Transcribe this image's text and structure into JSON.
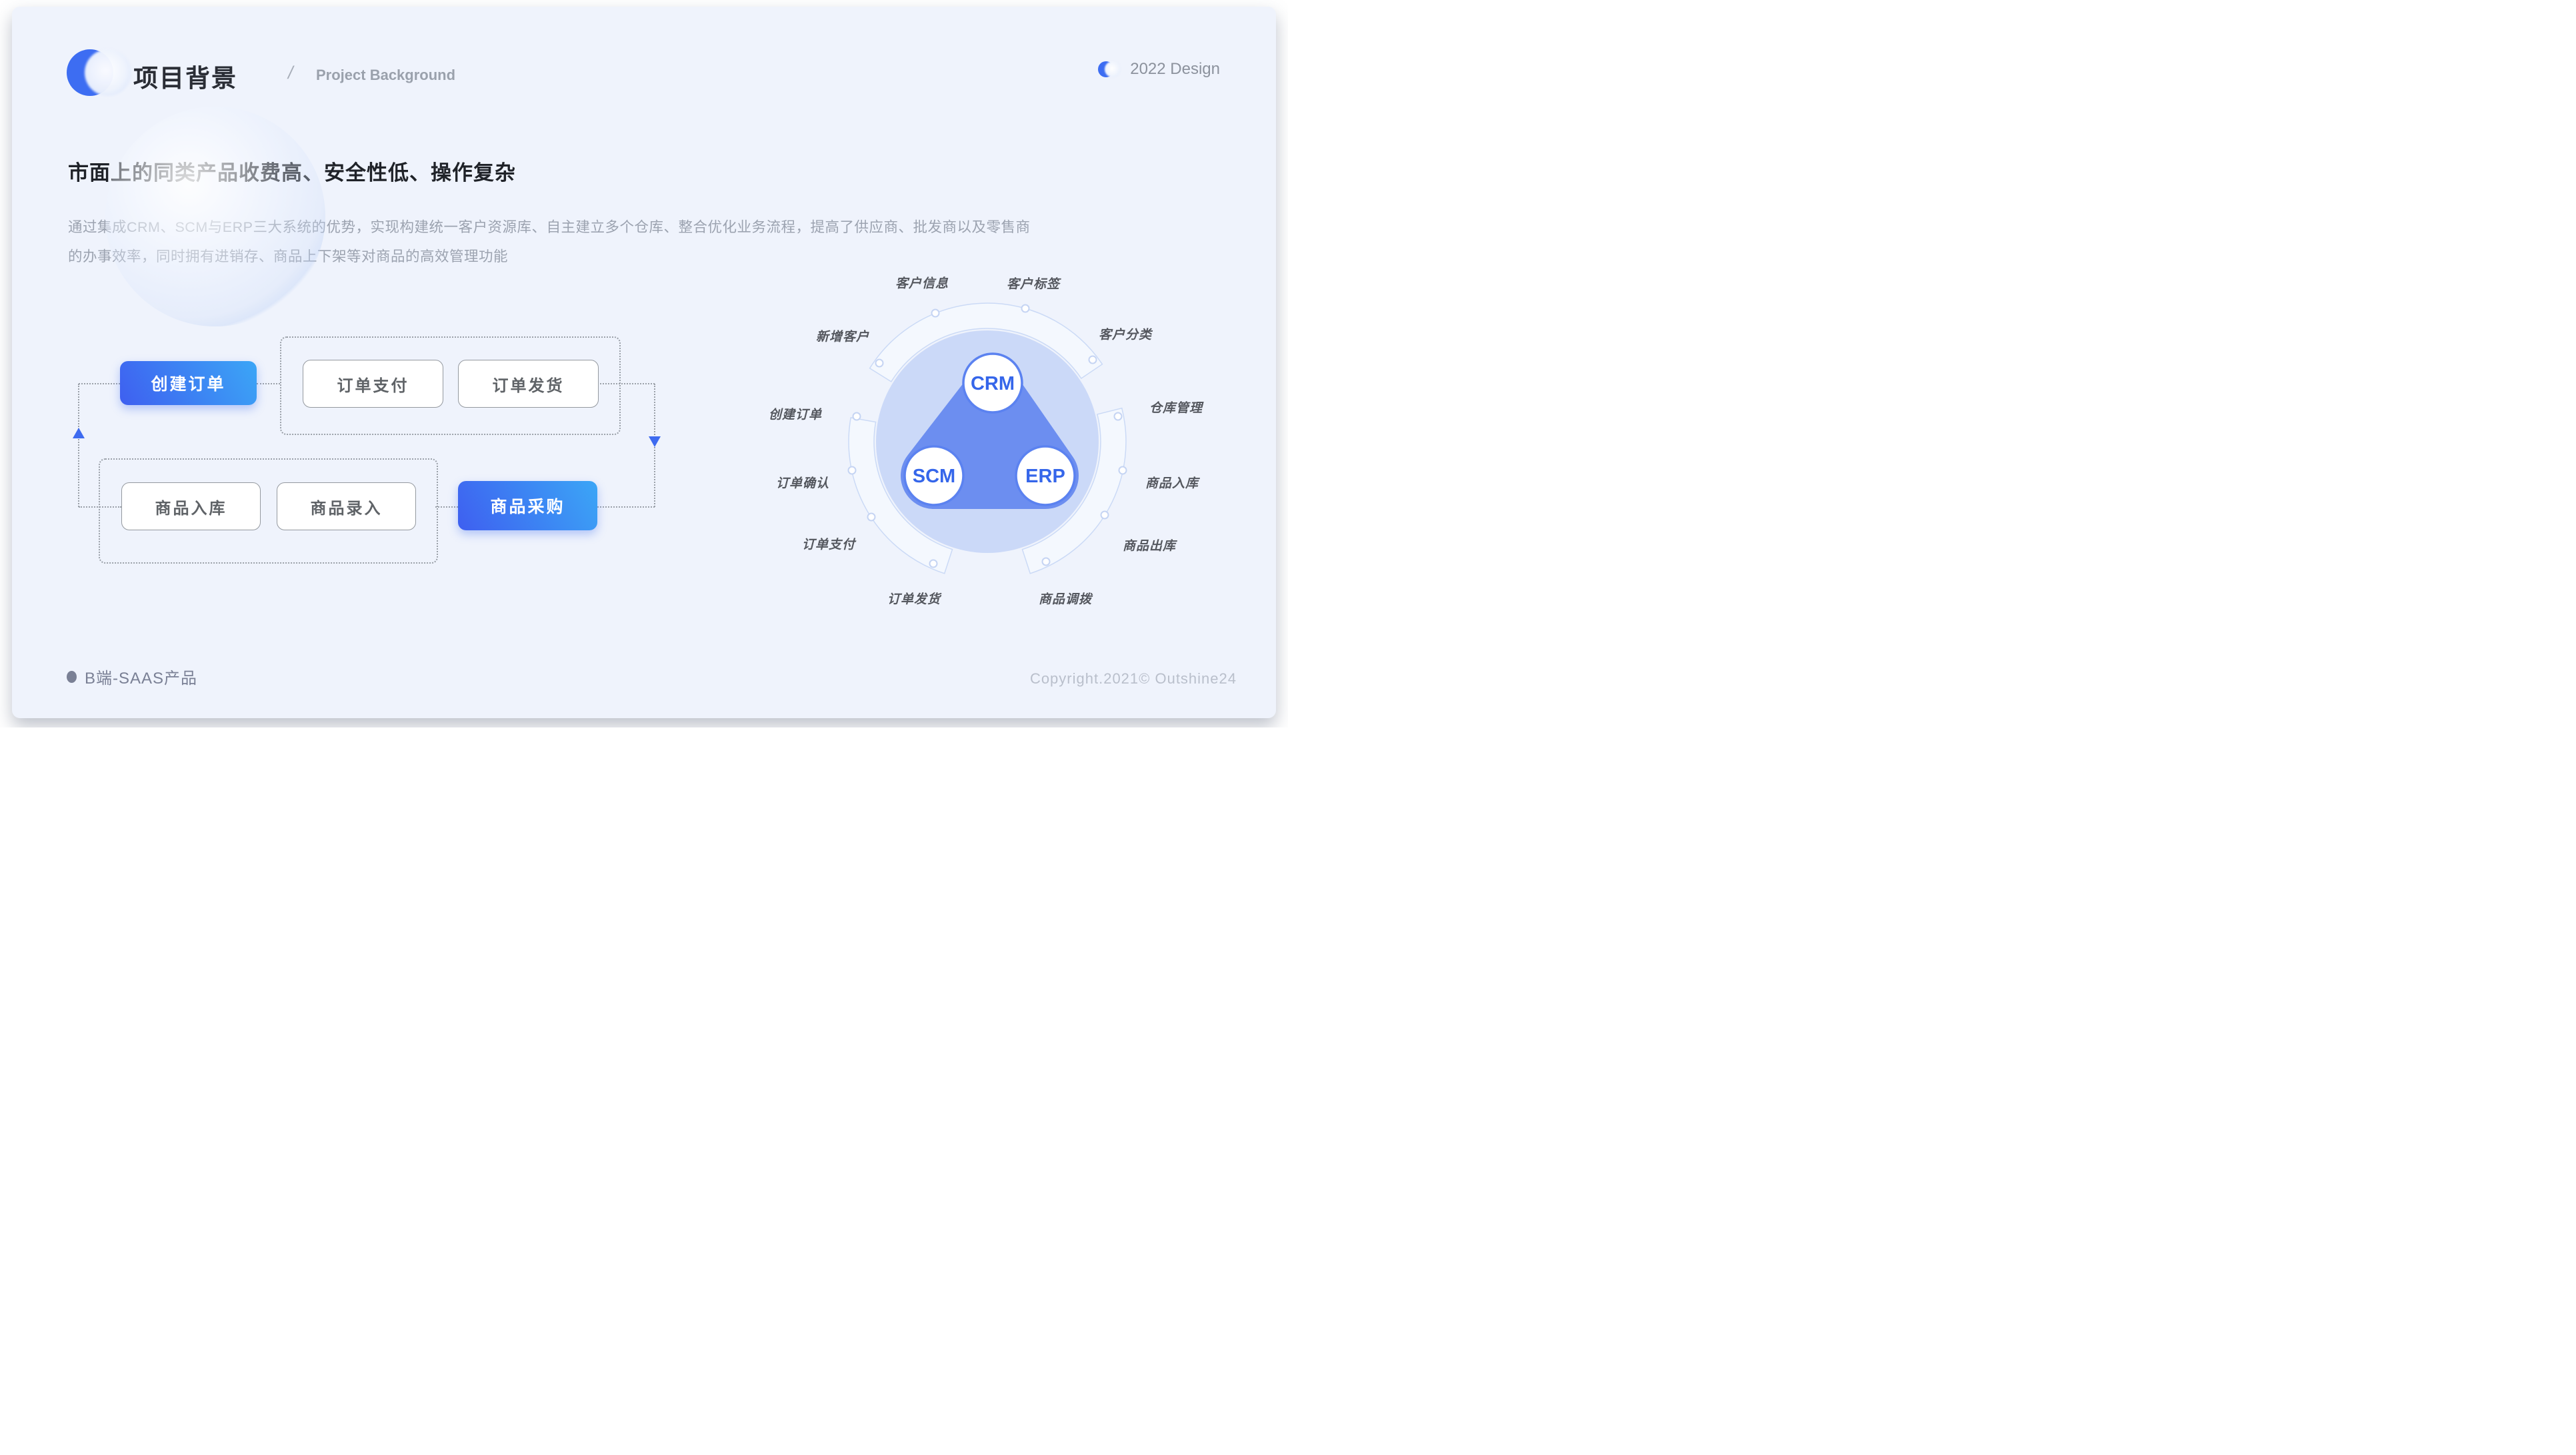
{
  "header": {
    "title": "项目背景",
    "separator": "/",
    "subtitle": "Project Background",
    "badge": "2022 Design"
  },
  "intro": {
    "heading": "市面上的同类产品收费高、安全性低、操作复杂",
    "line1": "通过集成CRM、SCM与ERP三大系统的优势，实现构建统一客户资源库、自主建立多个仓库、整合优化业务流程，提高了供应商、批发商以及零售商",
    "line2": "的办事效率，同时拥有进销存、商品上下架等对商品的高效管理功能"
  },
  "flow": {
    "create_order": "创建订单",
    "order_pay": "订单支付",
    "order_ship": "订单发货",
    "goods_in": "商品入库",
    "goods_entry": "商品录入",
    "goods_purchase": "商品采购"
  },
  "diagram": {
    "crm": "CRM",
    "scm": "SCM",
    "erp": "ERP",
    "labels": [
      "客户信息",
      "客户标签",
      "新增客户",
      "客户分类",
      "创建订单",
      "仓库管理",
      "订单确认",
      "商品入库",
      "订单支付",
      "商品出库",
      "订单发货",
      "商品调拨"
    ]
  },
  "footer": {
    "product": "B端-SAAS产品",
    "copyright": "Copyright.2021© Outshine24"
  },
  "colors": {
    "accent_blue": "#3E6BF0",
    "gradient_start": "#3E5FF0",
    "gradient_end": "#3BA6F6",
    "ring_center_blob": "#6C8EF0",
    "ring_inner_circle": "#CBD9F8",
    "card_background": "#EFF3FC"
  }
}
